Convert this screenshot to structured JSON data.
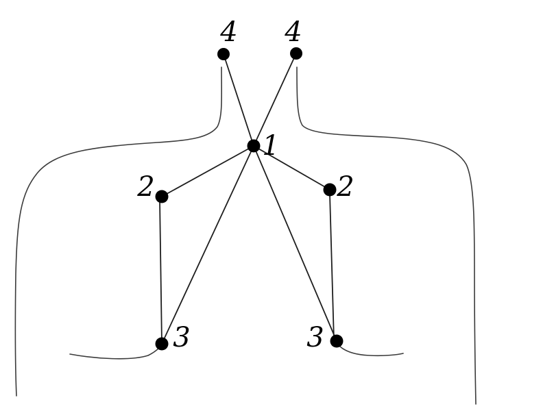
{
  "colors": {
    "outline": "#3a3a3a",
    "connector": "#1e1e1e",
    "node": "#000000",
    "background": "#ffffff"
  },
  "points": {
    "top_left": {
      "label": "4"
    },
    "top_right": {
      "label": "4"
    },
    "center": {
      "label": "1"
    },
    "mid_left": {
      "label": "2"
    },
    "mid_right": {
      "label": "2"
    },
    "bottom_left": {
      "label": "3"
    },
    "bottom_right": {
      "label": "3"
    }
  }
}
